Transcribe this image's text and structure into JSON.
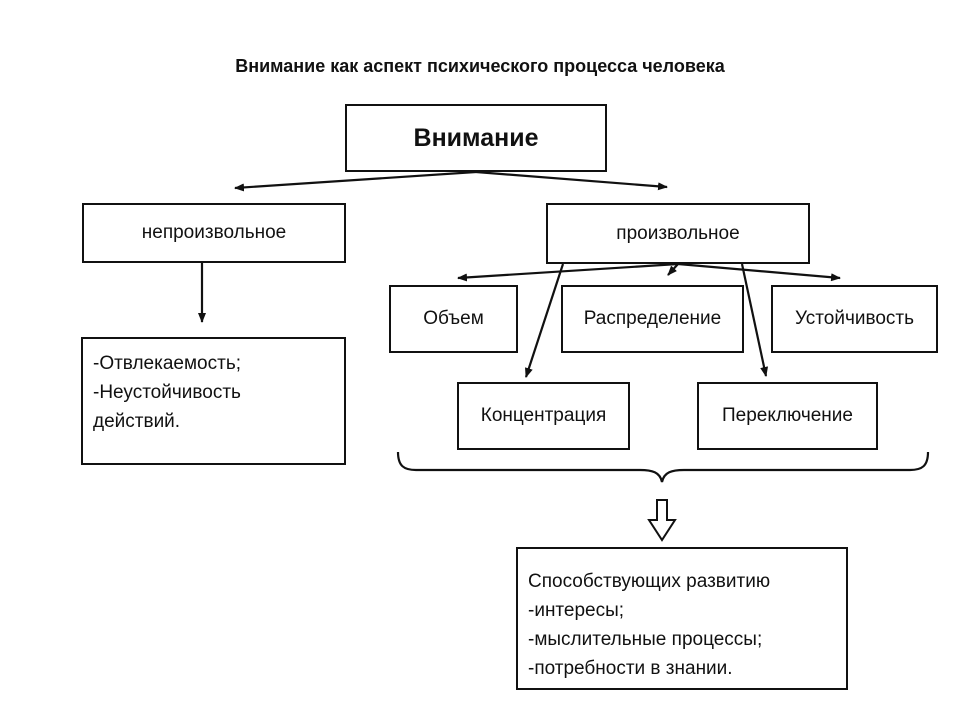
{
  "title": "Внимание как аспект психического процесса человека",
  "root": "Внимание",
  "branches": {
    "involuntary": "непроизвольное",
    "voluntary": "произвольное"
  },
  "involuntary_traits": [
    "-Отвлекаемость;",
    "-Неустойчивость",
    "действий."
  ],
  "voluntary_properties": {
    "volume": "Объем",
    "distribution": "Распределение",
    "stability": "Устойчивость",
    "concentration": "Концентрация",
    "switching": "Переключение"
  },
  "development_factors": [
    "Способствующих развитию",
    "-интересы;",
    "-мыслительные процессы;",
    "-потребности в знании."
  ]
}
